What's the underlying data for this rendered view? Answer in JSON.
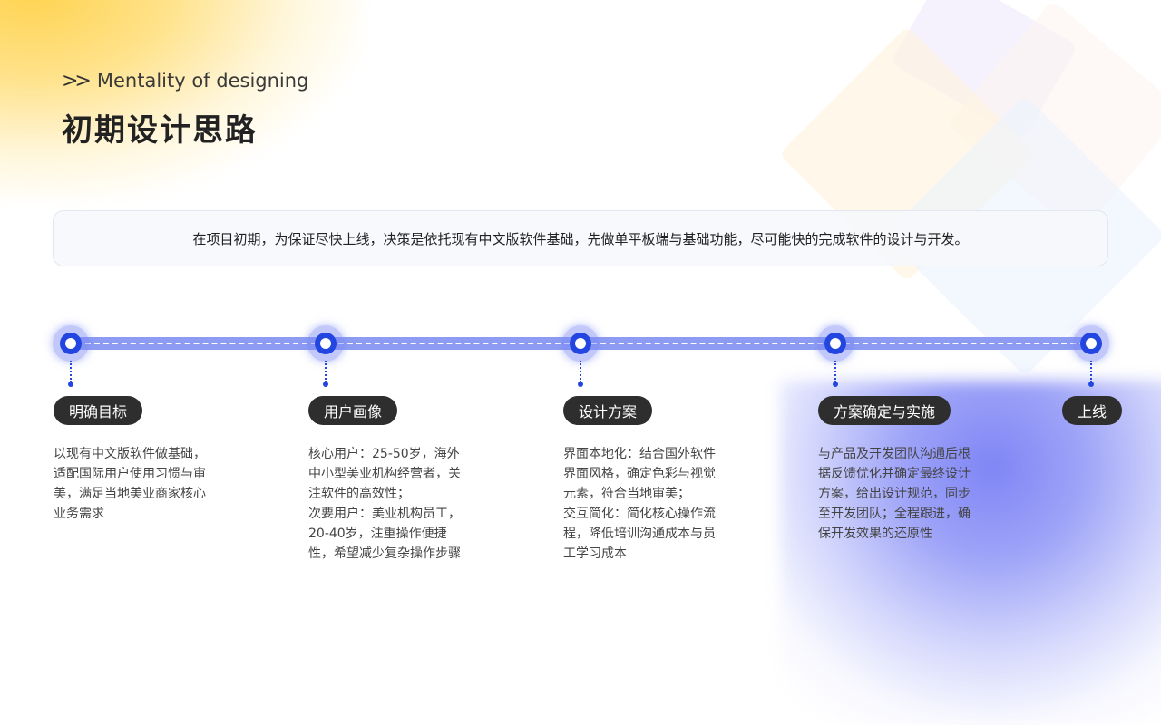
{
  "header": {
    "subtitle_icon": "double-chevron-right-icon",
    "subtitle": "Mentality of designing",
    "title": "初期设计思路"
  },
  "summary": {
    "text": "在项目初期，为保证尽快上线，决策是依托现有中文版软件基础，先做单平板端与基础功能，尽可能快的完成软件的设计与开发。"
  },
  "colors": {
    "accent_blue": "#2446e0",
    "timeline_bar": "#8d9cf2",
    "pill_bg": "#2e2e2e",
    "gradient_yellow": "#ffd34f",
    "gradient_blue": "#7e85f5"
  },
  "timeline": {
    "steps": [
      {
        "label": "明确目标",
        "description": "以现有中文版软件做基础，\n适配国际用户使用习惯与审\n美，满足当地美业商家核心\n业务需求"
      },
      {
        "label": "用户画像",
        "description": "核心用户：25-50岁，海外\n中小型美业机构经营者，关\n注软件的高效性；\n次要用户：美业机构员工，\n20-40岁，注重操作便捷\n性，希望减少复杂操作步骤"
      },
      {
        "label": "设计方案",
        "description": "界面本地化：结合国外软件\n界面风格，确定色彩与视觉\n元素，符合当地审美；\n交互简化：简化核心操作流\n程，降低培训沟通成本与员\n工学习成本"
      },
      {
        "label": "方案确定与实施",
        "description": "与产品及开发团队沟通后根\n据反馈优化并确定最终设计\n方案，给出设计规范，同步\n至开发团队；全程跟进，确\n保开发效果的还原性"
      },
      {
        "label": "上线",
        "description": ""
      }
    ]
  }
}
